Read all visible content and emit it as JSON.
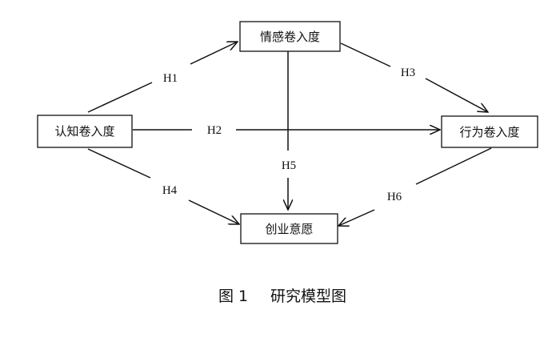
{
  "nodes": {
    "cognitive": "认知卷入度",
    "emotional": "情感卷入度",
    "behavioral": "行为卷入度",
    "entrepreneurial": "创业意愿"
  },
  "hypotheses": {
    "h1": "H1",
    "h2": "H2",
    "h3": "H3",
    "h4": "H4",
    "h5": "H5",
    "h6": "H6"
  },
  "caption": {
    "figure_number": "图 1",
    "title": "研究模型图"
  }
}
